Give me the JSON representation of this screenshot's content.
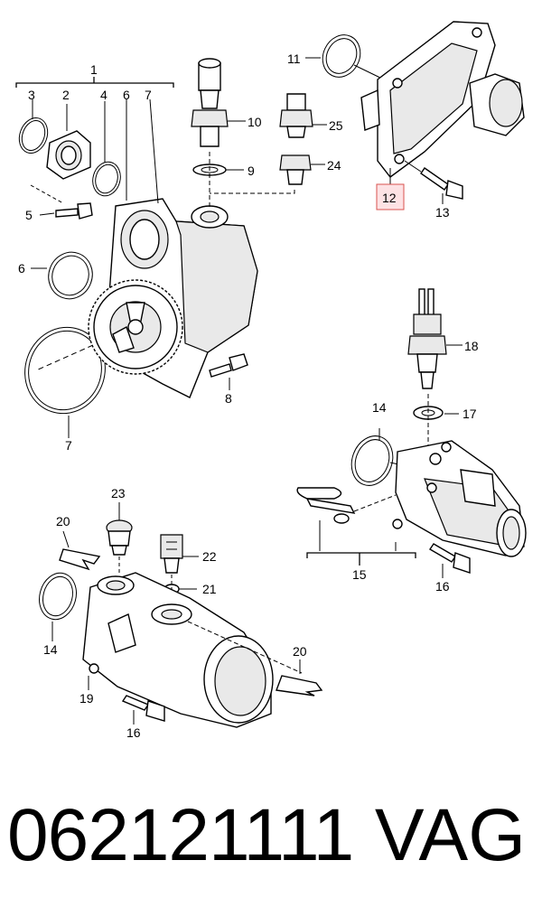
{
  "callouts": {
    "c1": "1",
    "c2": "2",
    "c3": "3",
    "c4": "4",
    "c5": "5",
    "c6a": "6",
    "c6b": "6",
    "c7a": "7",
    "c7b": "7",
    "c8": "8",
    "c9": "9",
    "c10": "10",
    "c11": "11",
    "c12": "12",
    "c13": "13",
    "c14a": "14",
    "c14b": "14",
    "c15": "15",
    "c16a": "16",
    "c16b": "16",
    "c17": "17",
    "c18": "18",
    "c19": "19",
    "c20a": "20",
    "c20b": "20",
    "c21": "21",
    "c22": "22",
    "c23": "23",
    "c24": "24",
    "c25": "25"
  },
  "highlight": {
    "color": "#d9534f",
    "fill": "#fde2e4",
    "callout": "12"
  },
  "footer": {
    "part_number": "062121111",
    "brand": "VAG"
  }
}
